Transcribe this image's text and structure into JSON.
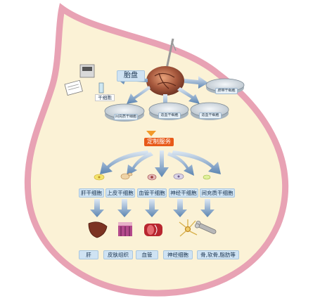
{
  "source": {
    "label": "胎盘"
  },
  "dishes": [
    {
      "label": "脐带干细胞"
    },
    {
      "label": "间充质干细胞"
    },
    {
      "label": "造血干细胞"
    },
    {
      "label": "造血干细胞"
    }
  ],
  "lab": {
    "label": "干细胞"
  },
  "service": {
    "label": "定制服务"
  },
  "cell_types": [
    {
      "label": "肝干细胞"
    },
    {
      "label": "上皮干细胞"
    },
    {
      "label": "血管干细胞"
    },
    {
      "label": "神经干细胞"
    },
    {
      "label": "间充质干细胞"
    }
  ],
  "tissues": [
    {
      "label": "肝"
    },
    {
      "label": "皮肤组织"
    },
    {
      "label": "血管"
    },
    {
      "label": "神经细胞"
    },
    {
      "label": "骨,软骨,脂肪等"
    }
  ],
  "colors": {
    "drop_fill": "#fbf2d6",
    "drop_border": "#e8a2b4",
    "label_bg": "#cfe3f3",
    "arrow": "#5b84b1",
    "service_bg": "#e85a1a"
  }
}
